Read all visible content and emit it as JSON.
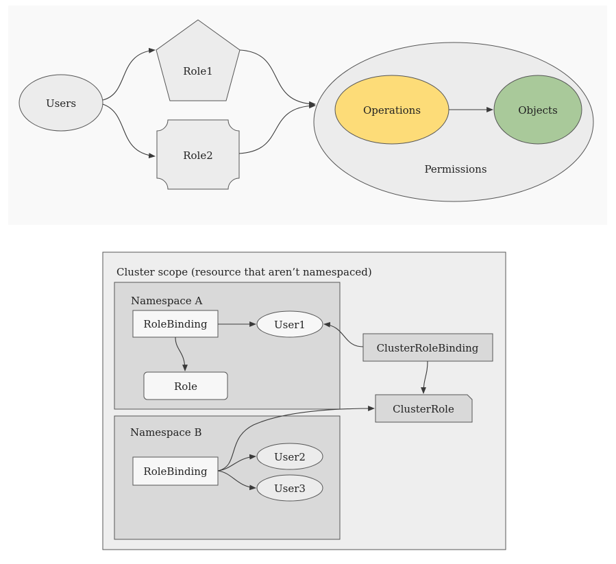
{
  "top_diagram": {
    "nodes": {
      "users": "Users",
      "role1": "Role1",
      "role2": "Role2",
      "operations": "Operations",
      "objects": "Objects",
      "permissions": "Permissions"
    }
  },
  "bottom_diagram": {
    "cluster_scope_label": "Cluster scope (resource that aren’t namespaced)",
    "namespace_a": {
      "label": "Namespace A",
      "rolebinding": "RoleBinding",
      "user1": "User1",
      "role": "Role"
    },
    "namespace_b": {
      "label": "Namespace B",
      "rolebinding": "RoleBinding",
      "user2": "User2",
      "user3": "User3"
    },
    "clusterrolebinding": "ClusterRoleBinding",
    "clusterrole": "ClusterRole"
  },
  "colors": {
    "node_fill": "#ececec",
    "operations_fill": "#fddc78",
    "objects_fill": "#a9c99a",
    "namespace_fill": "#d9d9d9",
    "cluster_fill": "#eeeeee",
    "white_node": "#f7f7f7"
  }
}
